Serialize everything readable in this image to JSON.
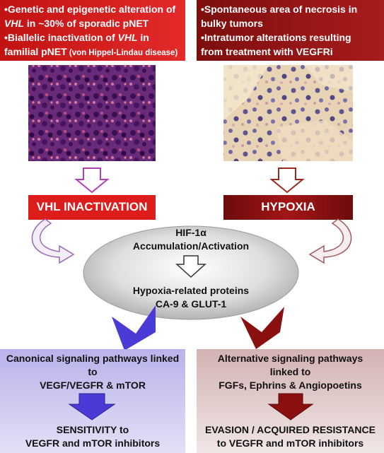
{
  "top_left": {
    "line1": "•Genetic and epigenetic alteration of",
    "line2_pre": "VHL",
    "line2_post": " in ~30% of sporadic pNET",
    "line3_pre": "•Biallelic inactivation of ",
    "line3_em": "VHL",
    "line3_post": " in",
    "line4": "familial pNET",
    "line4_small": " (von Hippel-Lindau disease)"
  },
  "top_right": {
    "line1": "•Spontaneous area of necrosis in",
    "line2": "bulky tumors",
    "line3": "•Intratumor alterations resulting",
    "line4": "from treatment with VEGFRi"
  },
  "labels": {
    "vhl": "VHL INACTIVATION",
    "hypoxia": "HYPOXIA"
  },
  "ellipse": {
    "line1": "HIF-1α",
    "line2": "Accumulation/Activation",
    "line3": "Hypoxia-related proteins",
    "line4": "CA-9 & GLUT-1"
  },
  "bottom_left": {
    "line1": "Canonical signaling pathways linked",
    "line2": "to",
    "line3": "VEGF/VEGFR & mTOR",
    "line4": "SENSITIVITY to",
    "line5": "VEGFR and mTOR inhibitors"
  },
  "bottom_right": {
    "line1": "Alternative signaling pathways",
    "line2": "linked to",
    "line3": "FGFs, Ephrins & Angiopoetins",
    "line4": "EVASION / ACQUIRED RESISTANCE",
    "line5": "to VEGFR and mTOR inhibitors"
  },
  "colors": {
    "red_box": "#d01818",
    "dark_red_box": "#8e1414",
    "blue_arrow": "#4a3bd6",
    "dark_red_arrow": "#8a1010",
    "bottom_left_bg": "#c9c4ee",
    "bottom_right_bg": "#e4cfcf"
  }
}
